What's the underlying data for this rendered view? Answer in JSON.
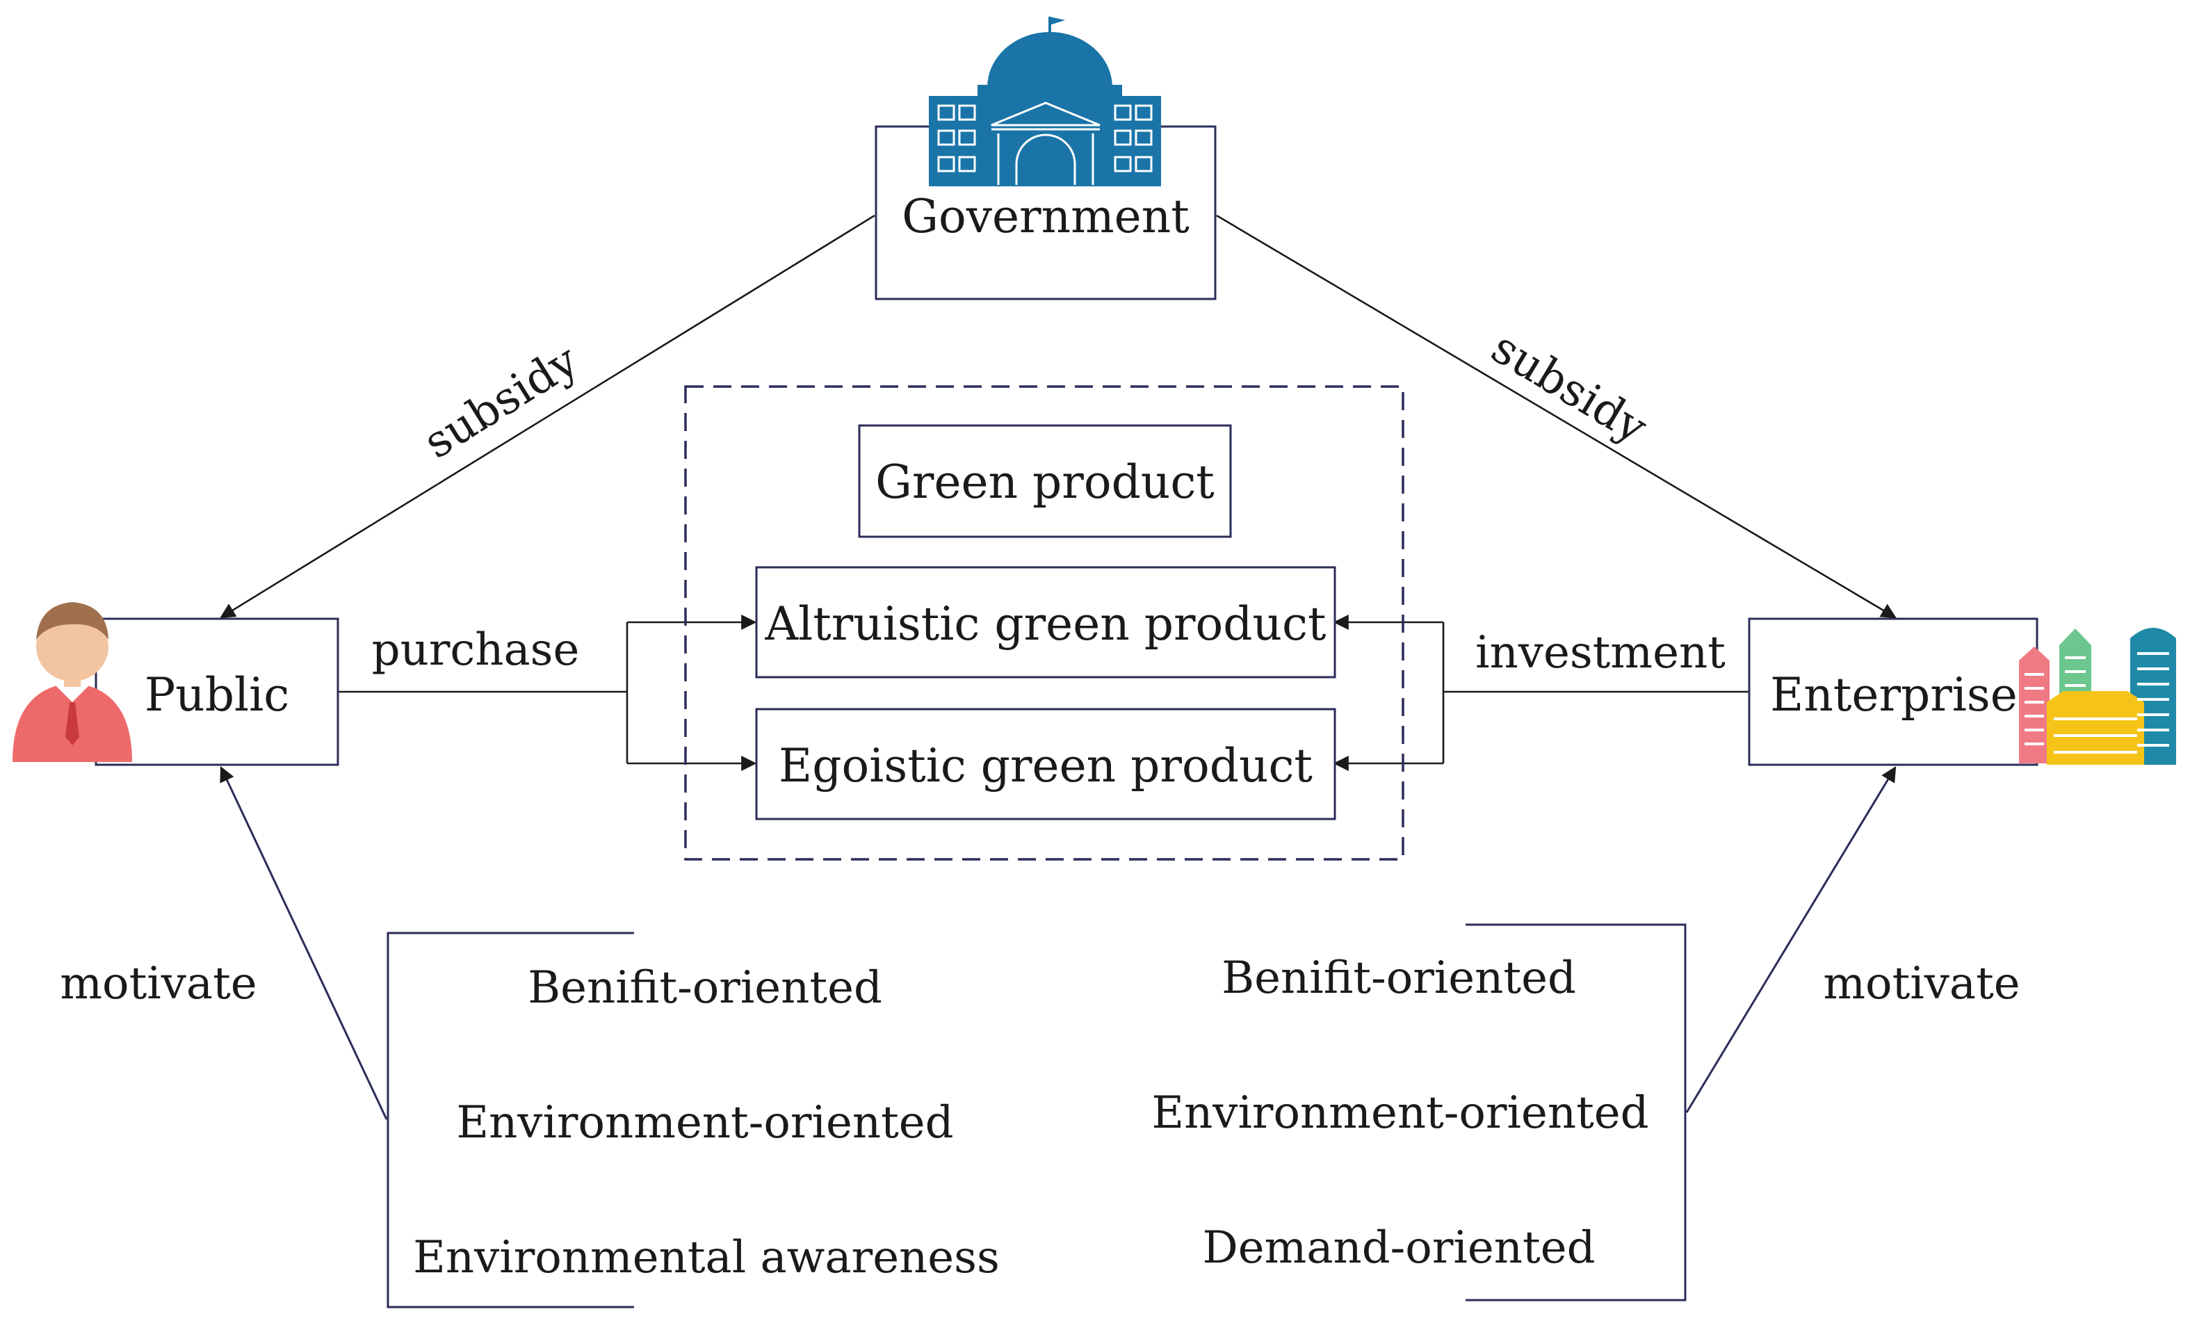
{
  "nodes": {
    "government": "Government",
    "public": "Public",
    "enterprise": "Enterprise",
    "green_product": "Green product",
    "altruistic": "Altruistic green product",
    "egoistic": "Egoistic green product"
  },
  "edges": {
    "subsidy_left": "subsidy",
    "subsidy_right": "subsidy",
    "purchase": "purchase",
    "investment": "investment",
    "motivate_left": "motivate",
    "motivate_right": "motivate"
  },
  "public_factors": [
    "Benifit-oriented",
    "Environment-oriented",
    "Environmental awareness"
  ],
  "enterprise_factors": [
    "Benifit-oriented",
    "Environment-oriented",
    "Demand-oriented"
  ],
  "icons": {
    "government": "government-building-icon",
    "public": "person-icon",
    "enterprise": "city-buildings-icon"
  },
  "colors": {
    "gov_blue": "#1a74a8",
    "person_red": "#ee6a6a",
    "person_skin": "#f3c4a0",
    "bld_red": "#f07a84",
    "bld_green": "#6cc68e",
    "bld_yellow": "#f6c419",
    "bld_teal": "#1f8aa7"
  }
}
